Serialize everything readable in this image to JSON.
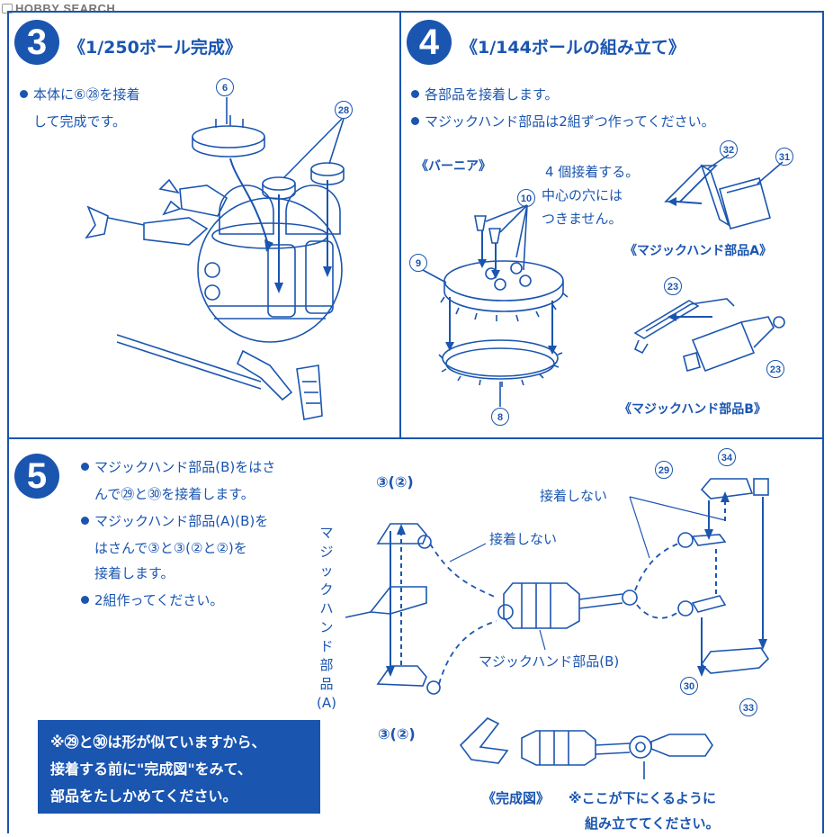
{
  "watermark": "HOBBY SEARCH",
  "step3": {
    "number": "3",
    "title": "《1/250ボール完成》",
    "line1": "本体に⑥㉘を接着",
    "line2": "して完成です。",
    "part_6": "6",
    "part_28": "28"
  },
  "step4": {
    "number": "4",
    "title": "《1/144ボールの組み立て》",
    "bullet1": "各部品を接着します。",
    "bullet2": "マジックハンド部品は2組ずつ作ってください。",
    "vernier_label": "《バーニア》",
    "note_line1": "4 個接着する。",
    "note_line2": "中心の穴には",
    "note_line3": "つきません。",
    "part_10": "10",
    "part_9": "9",
    "part_8": "8",
    "part_32": "32",
    "part_31": "31",
    "part_23a": "23",
    "part_23b": "23",
    "label_a": "《マジックハンド部品A》",
    "label_b": "《マジックハンド部品B》"
  },
  "step5": {
    "number": "5",
    "b1_line1": "マジックハンド部品(B)をはさ",
    "b1_line2": "んで㉙と㉚を接着します。",
    "b2_line1": "マジックハンド部品(A)(B)を",
    "b2_line2": "はさんで③と③(②と②)を",
    "b2_line3": "接着します。",
    "b3_line1": "2組作ってください。",
    "vertical_label": "マジックハンド部品(A)",
    "top_parts": "③(②)",
    "bottom_parts": "③(②)",
    "no_glue_1": "接着しない",
    "no_glue_2": "接着しない",
    "hand_b_label": "マジックハンド部品(B)",
    "part_29": "29",
    "part_30": "30",
    "part_34": "34",
    "part_33": "33",
    "complete_label": "《完成図》",
    "down_line1": "※ここが下にくるように",
    "down_line2": "組み立ててください。"
  },
  "warning": {
    "line1": "※㉙と㉚は形が似ていますから、",
    "line2": "接着する前に\"完成図\"をみて、",
    "line3": "部品をたしかめてください。"
  },
  "colors": {
    "primary": "#1a55b0",
    "background": "#ffffff"
  }
}
